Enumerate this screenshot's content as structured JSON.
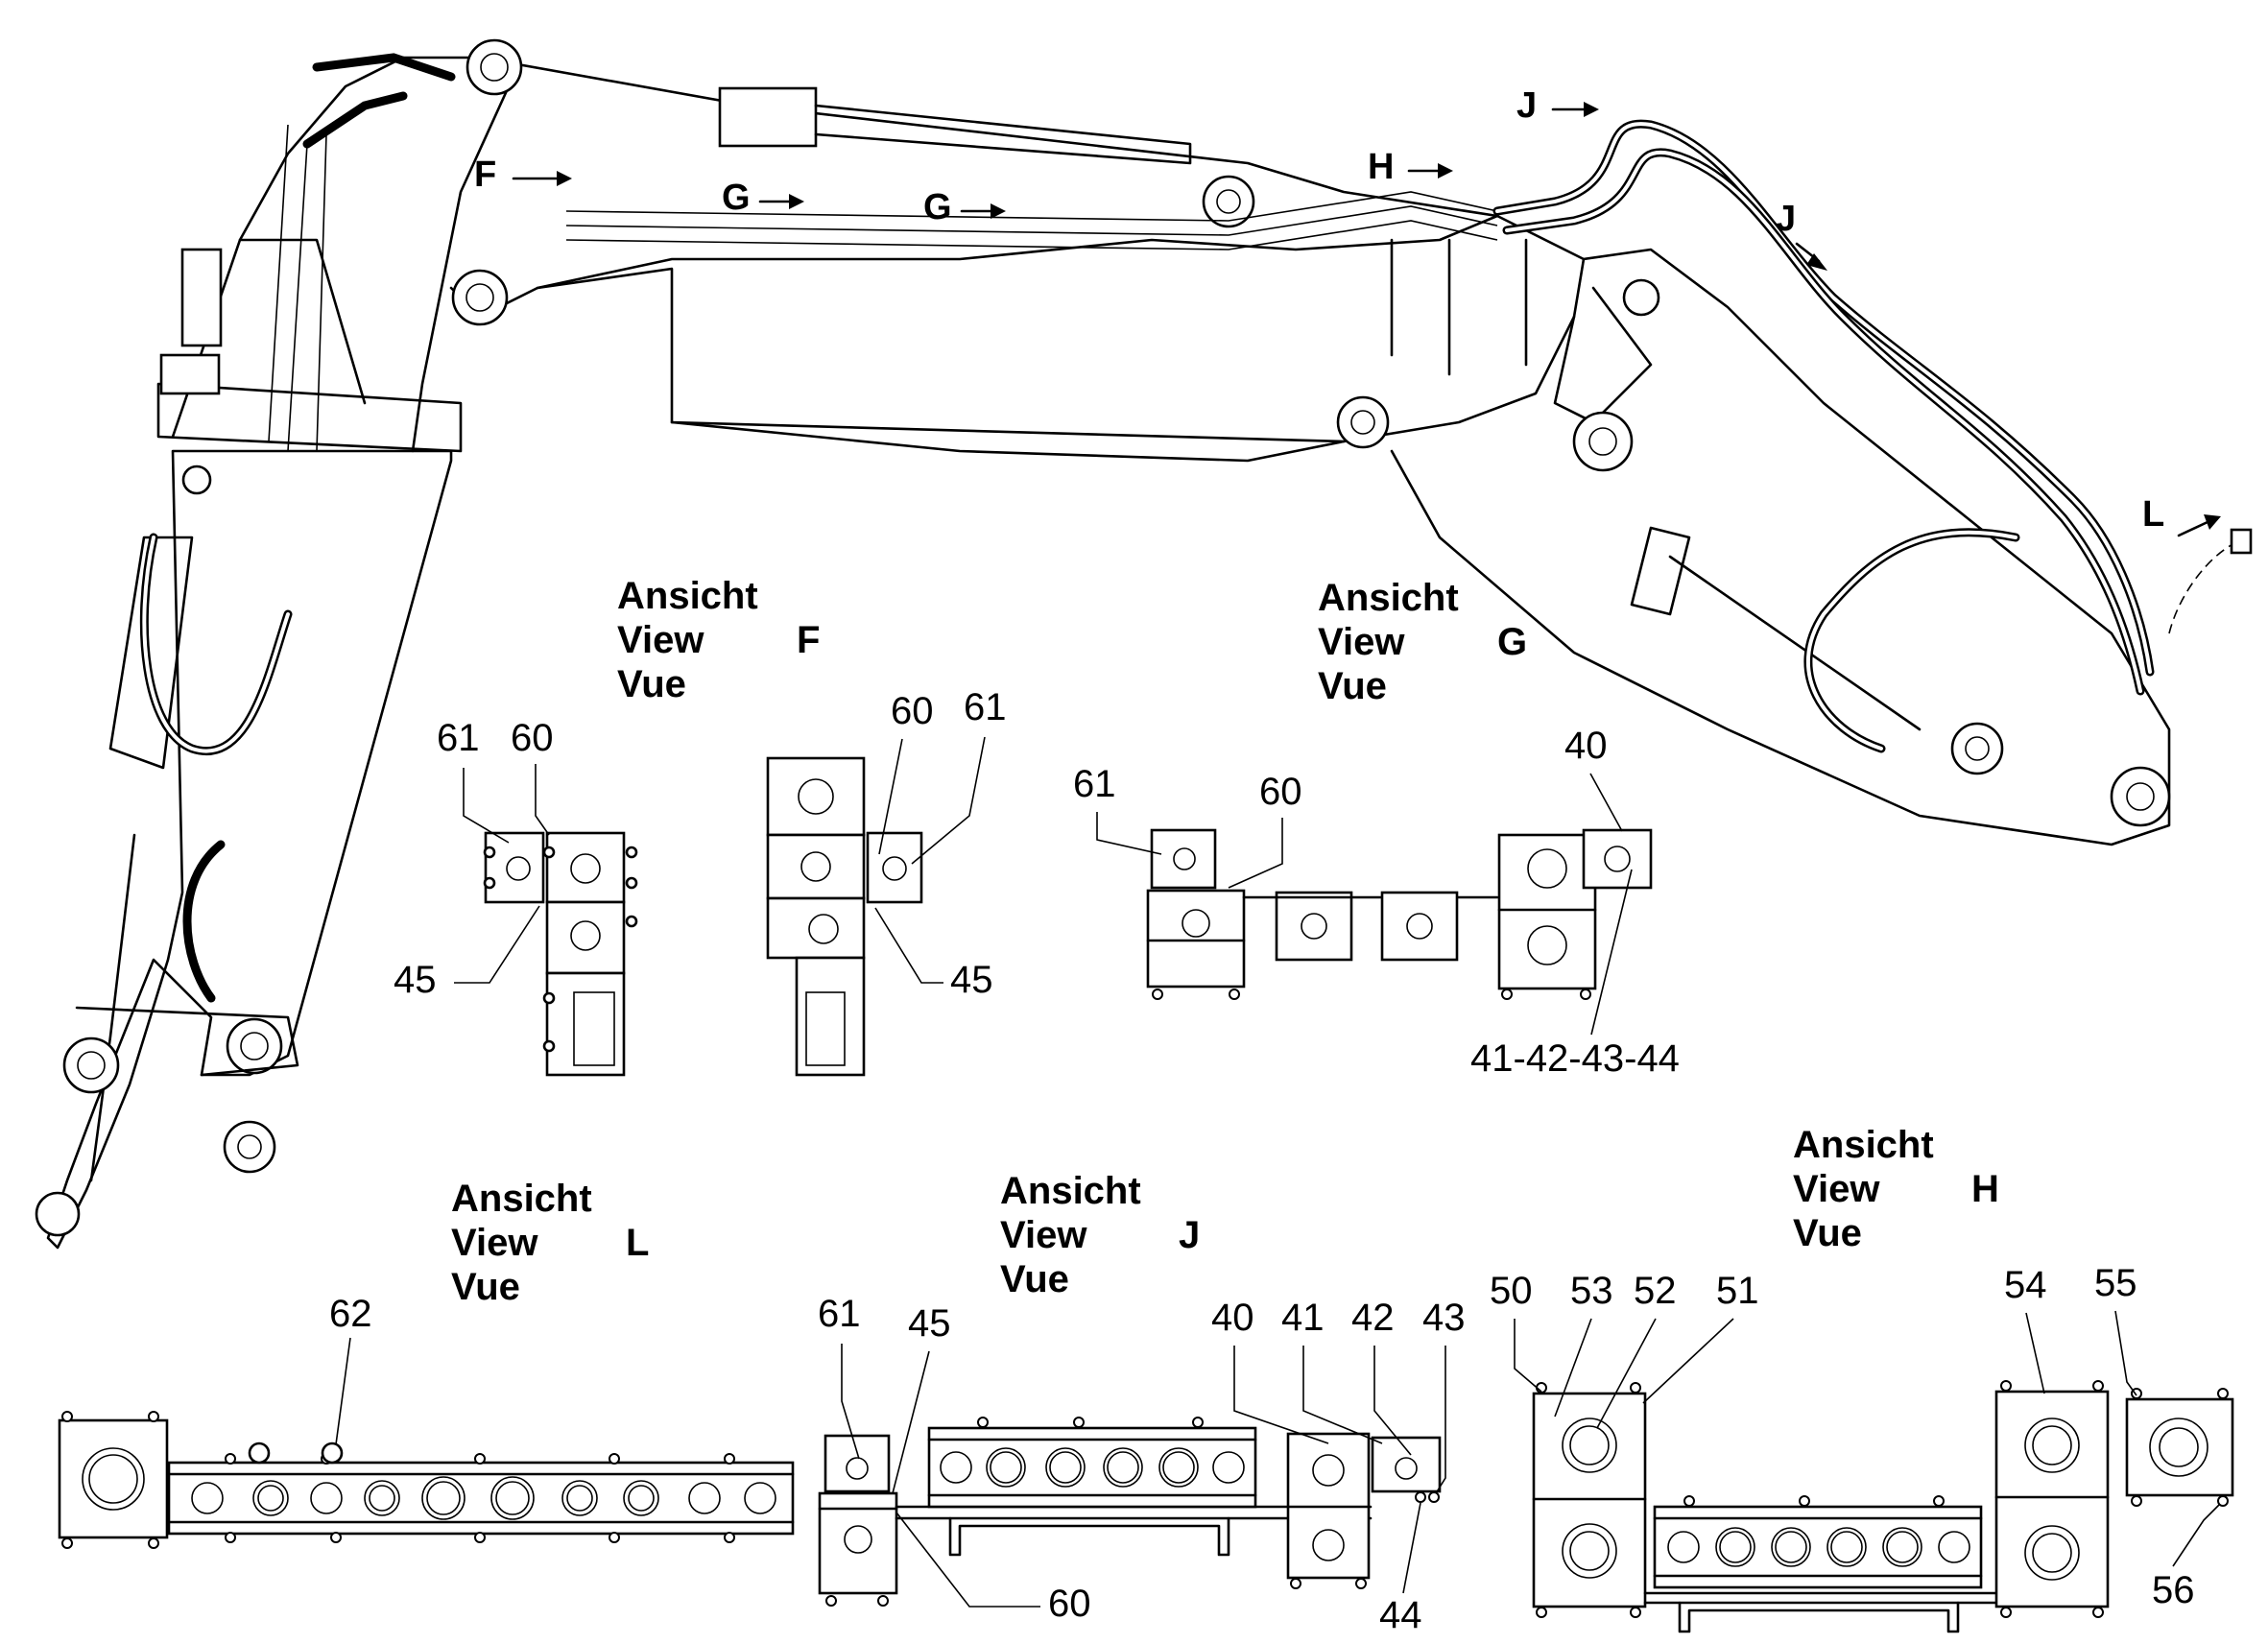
{
  "view_labels": {
    "F": {
      "line1": "Ansicht",
      "line2": "View",
      "line3": "Vue",
      "letter": "F"
    },
    "G": {
      "line1": "Ansicht",
      "line2": "View",
      "line3": "Vue",
      "letter": "G"
    },
    "L": {
      "line1": "Ansicht",
      "line2": "View",
      "line3": "Vue",
      "letter": "L"
    },
    "J": {
      "line1": "Ansicht",
      "line2": "View",
      "line3": "Vue",
      "letter": "J"
    },
    "H": {
      "line1": "Ansicht",
      "line2": "View",
      "line3": "Vue",
      "letter": "H"
    }
  },
  "arrow_markers": [
    "F",
    "G",
    "G",
    "H",
    "J",
    "J",
    "L"
  ],
  "callouts": {
    "f_left": [
      "61",
      "60",
      "45"
    ],
    "f_right": [
      "60",
      "61",
      "45"
    ],
    "g": [
      "61",
      "60",
      "40",
      "41-42-43-44"
    ],
    "l": [
      "62"
    ],
    "j": [
      "61",
      "45",
      "40",
      "41",
      "42",
      "43",
      "60",
      "44"
    ],
    "h": [
      "50",
      "53",
      "52",
      "51",
      "54",
      "55",
      "56"
    ]
  }
}
